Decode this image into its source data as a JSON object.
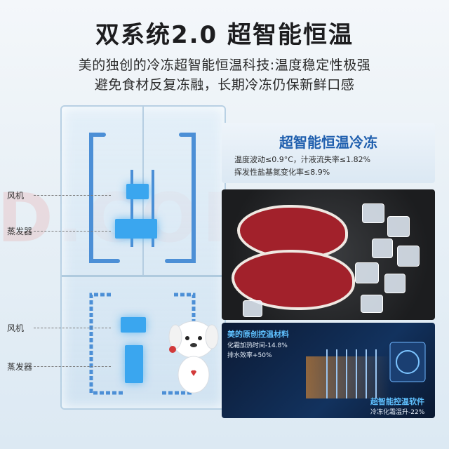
{
  "header": {
    "title": "双系统2.0 超智能恒温",
    "subtitle_line1": "美的独创的冷冻超智能恒温科技:温度稳定性极强",
    "subtitle_line2": "避免食材反复冻融，长期冷冻仍保新鲜口感"
  },
  "watermark": "D.COM",
  "fridge": {
    "labels": [
      {
        "text": "风机"
      },
      {
        "text": "蒸发器"
      },
      {
        "text": "风机"
      },
      {
        "text": "蒸发器"
      }
    ]
  },
  "feature_panel": {
    "title": "超智能恒温冷冻",
    "line1": "温度波动≤0.9°C，汁液流失率≤1.82%",
    "line2": "挥发性盐基氮变化率≤8.9%"
  },
  "tech_panel": {
    "material_title": "美的原创控温材料",
    "material_line1": "化霜加热时间-14.8%",
    "material_line2": "排水效率+50%",
    "software_title": "超智能控温软件",
    "software_line1": "冷冻化霜温升-22%"
  },
  "colors": {
    "accent_blue": "#1f5fae",
    "fan_blue": "#3aa6ef",
    "tech_cyan": "#5fc1ff",
    "meat_red": "#a2212b"
  }
}
